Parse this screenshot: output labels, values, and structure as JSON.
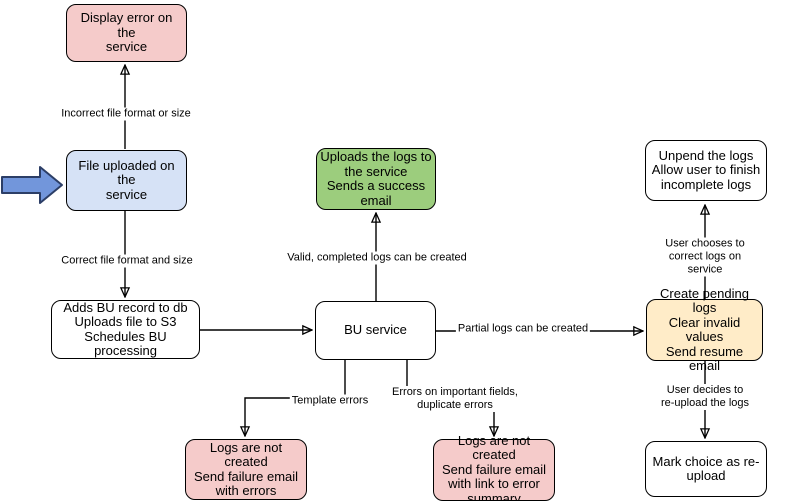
{
  "nodes": {
    "display_error": "Display error on the\nservice",
    "file_uploaded": "File uploaded on the\nservice",
    "adds_bu_record": "Adds BU record to db\nUploads file to S3\nSchedules BU processing",
    "bu_service": "BU service",
    "uploads_logs": "Uploads the logs to\nthe service\nSends a success\nemail",
    "create_pending": "Create pending logs\nClear invalid values\nSend resume email",
    "unpend_logs": "Unpend the logs\nAllow user to finish\nincomplete logs",
    "mark_reupload": "Mark choice as re-\nupload",
    "fail_errors": "Logs are not created\nSend failure email\nwith errors",
    "fail_link_summary": "Logs are not created\nSend failure email\nwith link to error\nsummary"
  },
  "labels": {
    "incorrect_format": "Incorrect file format or size",
    "correct_format": "Correct file format and size",
    "valid_completed": "Valid, completed logs can be created",
    "partial_logs": "Partial logs can be created",
    "user_correct": "User chooses to correct logs on service",
    "template_errors": "Template errors",
    "important_fields": "Errors on important fields,\nduplicate errors",
    "user_reupload": "User decides to re-upload the logs"
  },
  "colors": {
    "background": "#ffffff",
    "node_border": "#000000",
    "edge_stroke": "#000000",
    "node_pink": "#f5cbca",
    "node_blue": "#d6e2f6",
    "node_green": "#9ccd7d",
    "node_yellow": "#ffecc8",
    "node_white": "#ffffff",
    "input_arrow_fill": "#7296db",
    "input_arrow_border": "#2c3e66"
  }
}
